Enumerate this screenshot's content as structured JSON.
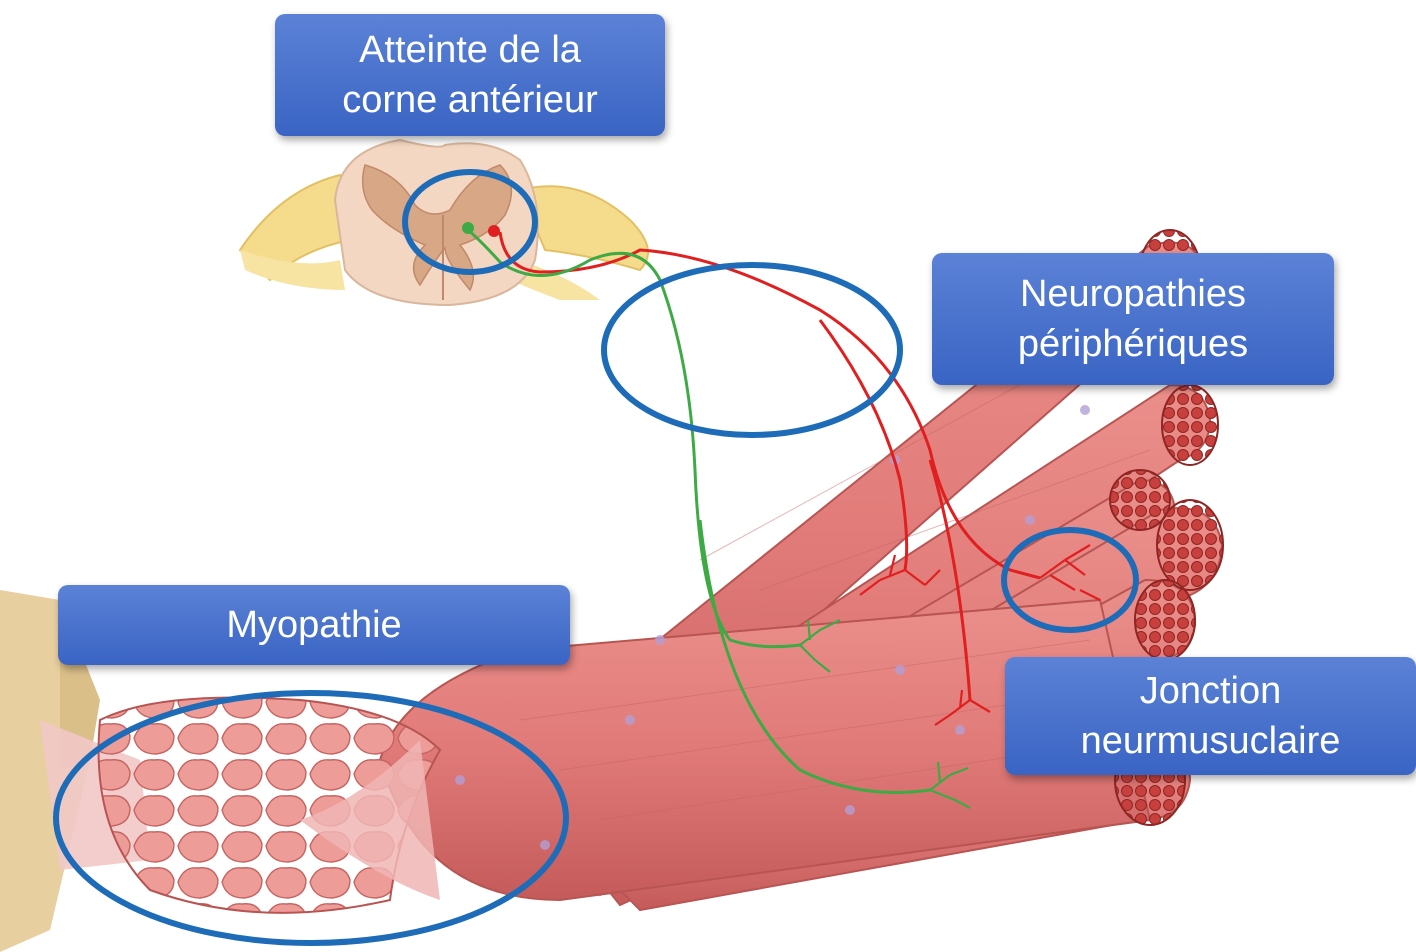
{
  "labels": {
    "anterior_horn": {
      "line1": "Atteinte de la",
      "line2": "corne antérieur"
    },
    "neuropathies": {
      "line1": "Neuropathies",
      "line2": "périphériques"
    },
    "myopathie": {
      "line1": "Myopathie"
    },
    "jonction": {
      "line1": "Jonction",
      "line2": "neurmusuclaire"
    }
  },
  "colors": {
    "label_fill": "#4472c4",
    "highlight_ring": "#1e6bb8",
    "muscle": "#e07a78",
    "muscle_dark": "#c2504f",
    "motor_neuron_red": "#e02020",
    "motor_neuron_green": "#3daa45",
    "spinal_white_matter": "#f3d7c2",
    "spinal_grey_matter": "#d8a786",
    "nerve_root": "#f5dc8c",
    "bone": "#e8cfa0"
  }
}
